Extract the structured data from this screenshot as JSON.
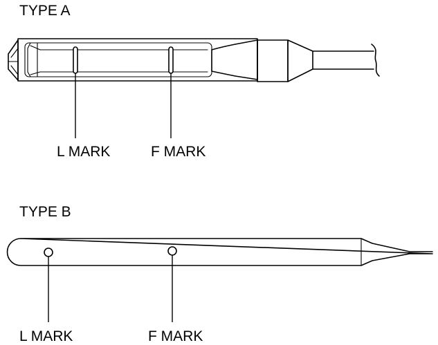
{
  "type_a": {
    "title": "TYPE A",
    "l_mark_label": "L MARK",
    "f_mark_label": "F MARK"
  },
  "type_b": {
    "title": "TYPE B",
    "l_mark_label": "L MARK",
    "f_mark_label": "F MARK"
  }
}
